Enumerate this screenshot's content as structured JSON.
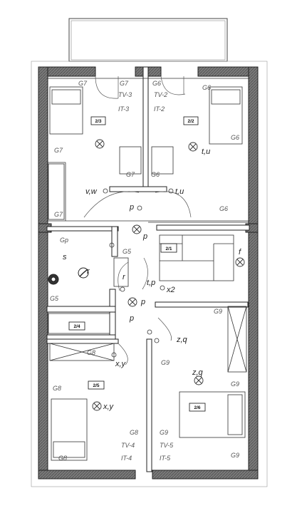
{
  "rooms": [
    {
      "id": "room-2-3",
      "tag": "2/3"
    },
    {
      "id": "room-2-2",
      "tag": "2/2"
    },
    {
      "id": "room-2-1",
      "tag": "2/1"
    },
    {
      "id": "room-2-4",
      "tag": "2/4"
    },
    {
      "id": "room-2-5",
      "tag": "2/5"
    },
    {
      "id": "room-2-6",
      "tag": "2/6"
    }
  ],
  "sockets": {
    "g7": "G7",
    "g6": "G6",
    "g5": "G5",
    "gp": "Gp",
    "g8": "G8",
    "g9": "G9"
  },
  "switch_codes": {
    "v_w": "v,w",
    "t_u": "t,u",
    "p": "p",
    "f": "f",
    "r": "r",
    "s": "s",
    "t_p": "t,p",
    "x2": "x2",
    "x_y": "x,y",
    "z_q": "z,q"
  },
  "tv_outlets": {
    "tv3": "TV-3",
    "tv2": "TV-2",
    "tv4": "TV-4",
    "tv5": "TV-5",
    "it3": "IT-3",
    "it2": "IT-2",
    "it4": "IT-4",
    "it5": "IT-5"
  }
}
